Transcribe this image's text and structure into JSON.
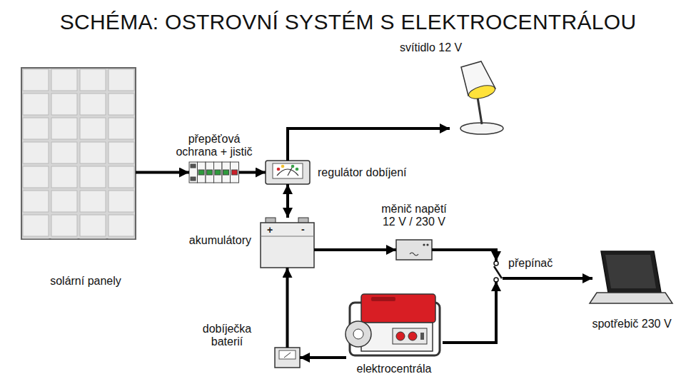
{
  "diagram": {
    "title": "SCHÉMA: OSTROVNÍ SYSTÉM S ELEKTROCENTRÁLOU",
    "nodes": [
      {
        "text": [
          "solární panely"
        ]
      },
      {
        "text": [
          "přepěťová ochrana + jistič"
        ]
      },
      {
        "text": [
          "regulátor dobíjení"
        ]
      },
      {
        "text": [
          "svítidlo 12 V"
        ]
      },
      {
        "text": [
          "akumulátory"
        ]
      },
      {
        "text": [
          "měnič napětí 12 V / 230 V"
        ]
      },
      {
        "text": [
          "přepínač"
        ]
      },
      {
        "text": [
          "spotřebič 230 V"
        ]
      },
      {
        "text": [
          "elektrocentrála"
        ]
      },
      {
        "text": [
          "dobíječka baterií"
        ]
      }
    ],
    "edges": [
      {
        "from": 0,
        "to": 1,
        "arrow": "to"
      },
      {
        "from": 1,
        "to": 2,
        "arrow": "to"
      },
      {
        "from": 2,
        "to": 3,
        "arrow": "to"
      },
      {
        "from": 2,
        "to": 4,
        "arrow": "both"
      },
      {
        "from": 4,
        "to": 5,
        "arrow": "to"
      },
      {
        "from": 5,
        "to": 6,
        "arrow": "to"
      },
      {
        "from": 8,
        "to": 6,
        "arrow": "to"
      },
      {
        "from": 6,
        "to": 7,
        "arrow": "to"
      },
      {
        "from": 8,
        "to": 9,
        "arrow": "to"
      },
      {
        "from": 9,
        "to": 4,
        "arrow": "to"
      }
    ],
    "labels": [
      "+",
      "-"
    ]
  }
}
